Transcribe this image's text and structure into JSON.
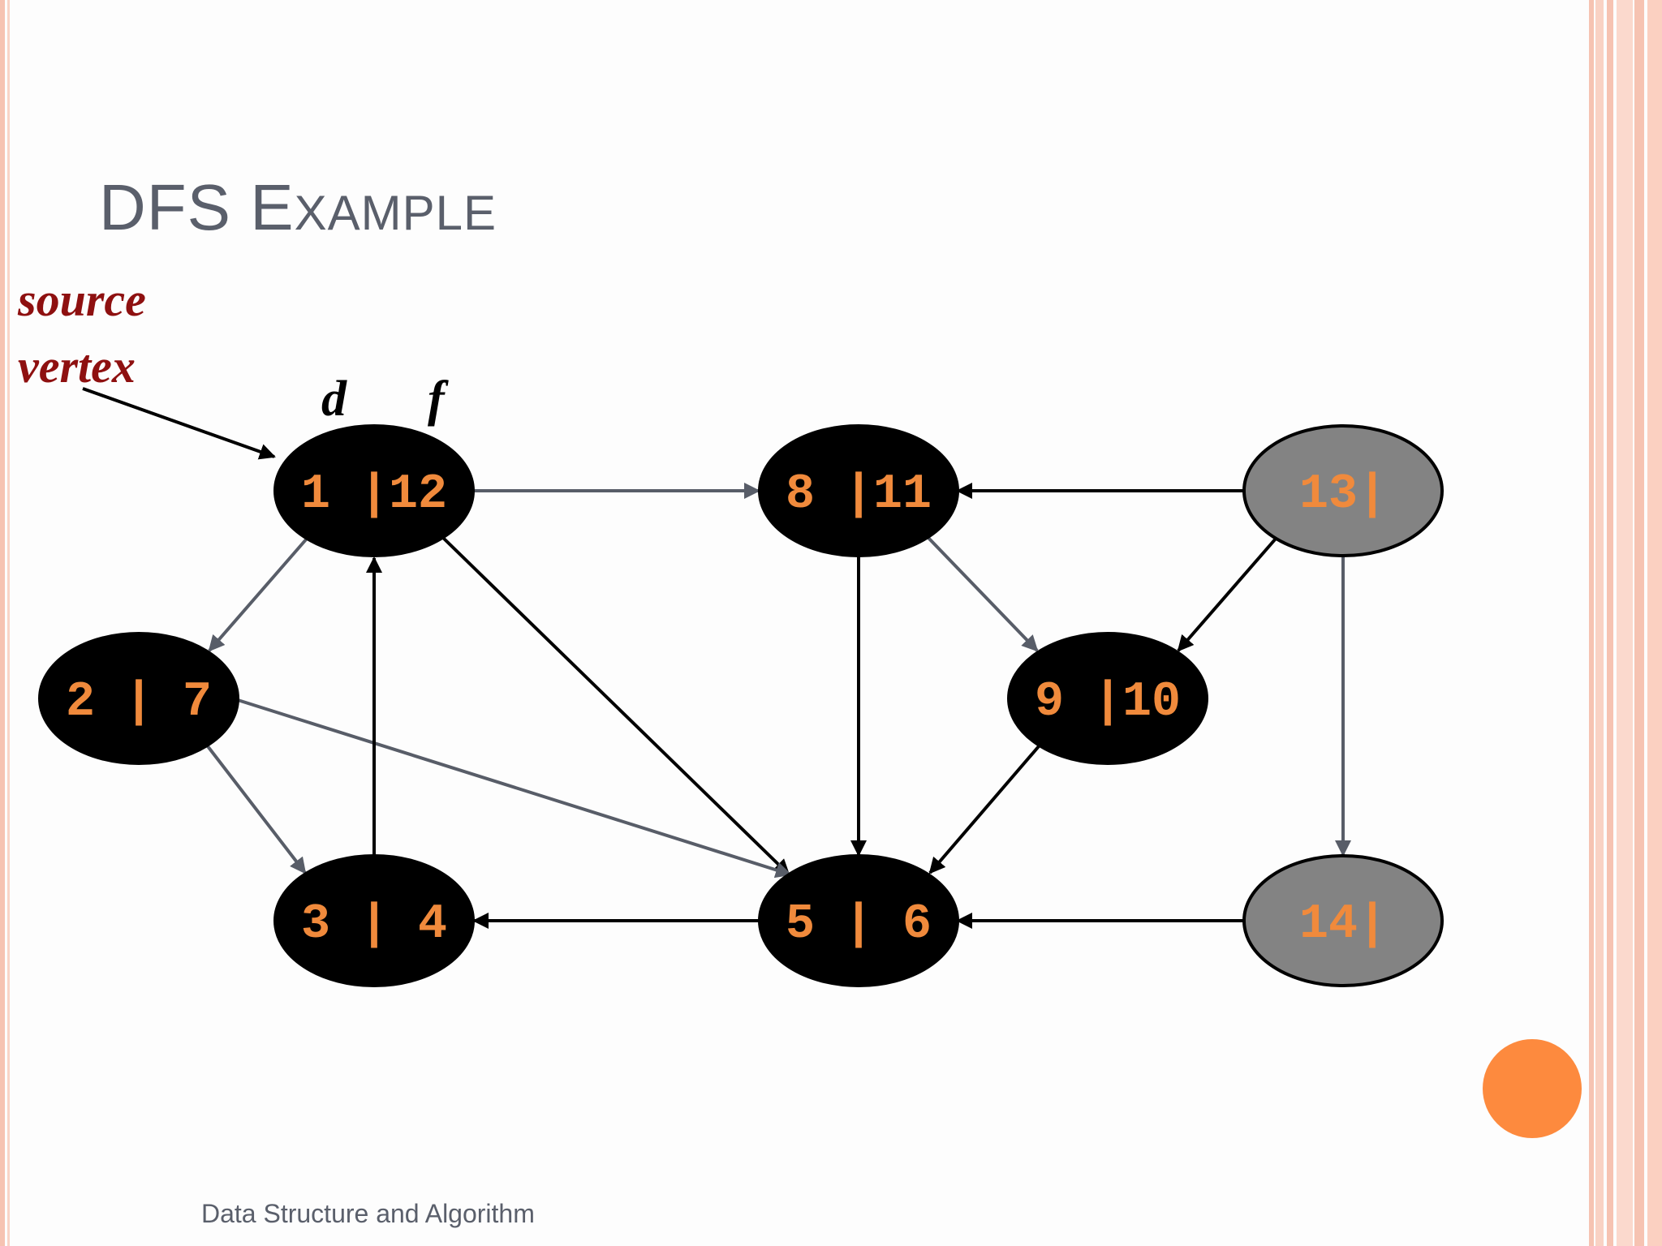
{
  "slide": {
    "title_main": "DFS E",
    "title_rest": "XAMPLE",
    "source_line1": "source",
    "source_line2": "vertex",
    "label_d": "d",
    "label_f": "f",
    "footer": "Data Structure and Algorithm"
  },
  "graph": {
    "nodes": [
      {
        "id": "n1",
        "label": "1 |12",
        "state": "black"
      },
      {
        "id": "n8",
        "label": "8 |11",
        "state": "black"
      },
      {
        "id": "n13",
        "label": "13|",
        "state": "gray"
      },
      {
        "id": "n2",
        "label": "2 | 7",
        "state": "black"
      },
      {
        "id": "n9",
        "label": "9 |10",
        "state": "black"
      },
      {
        "id": "n3",
        "label": "3 | 4",
        "state": "black"
      },
      {
        "id": "n5",
        "label": "5 | 6",
        "state": "black"
      },
      {
        "id": "n14",
        "label": "14|",
        "state": "gray"
      }
    ],
    "edges": [
      {
        "from": "n1",
        "to": "n8",
        "style": "gray"
      },
      {
        "from": "n13",
        "to": "n8",
        "style": "black"
      },
      {
        "from": "n1",
        "to": "n2",
        "style": "gray"
      },
      {
        "from": "n1",
        "to": "n5",
        "style": "black"
      },
      {
        "from": "n8",
        "to": "n5",
        "style": "black"
      },
      {
        "from": "n8",
        "to": "n9",
        "style": "gray"
      },
      {
        "from": "n13",
        "to": "n9",
        "style": "black"
      },
      {
        "from": "n13",
        "to": "n14",
        "style": "gray"
      },
      {
        "from": "n2",
        "to": "n3",
        "style": "gray"
      },
      {
        "from": "n2",
        "to": "n5",
        "style": "gray"
      },
      {
        "from": "n3",
        "to": "n1",
        "style": "black"
      },
      {
        "from": "n9",
        "to": "n5",
        "style": "black"
      },
      {
        "from": "n5",
        "to": "n3",
        "style": "black"
      },
      {
        "from": "n14",
        "to": "n5",
        "style": "black"
      }
    ]
  },
  "colors": {
    "title": "#5a5f6b",
    "source_text": "#8e1010",
    "node_label": "#f08a3c",
    "node_black": "#000000",
    "node_gray": "#838383",
    "edge_gray": "#585d68",
    "edge_black": "#000000",
    "accent_dot": "#fd8a3e",
    "border_peach": "#f6c3b2"
  }
}
